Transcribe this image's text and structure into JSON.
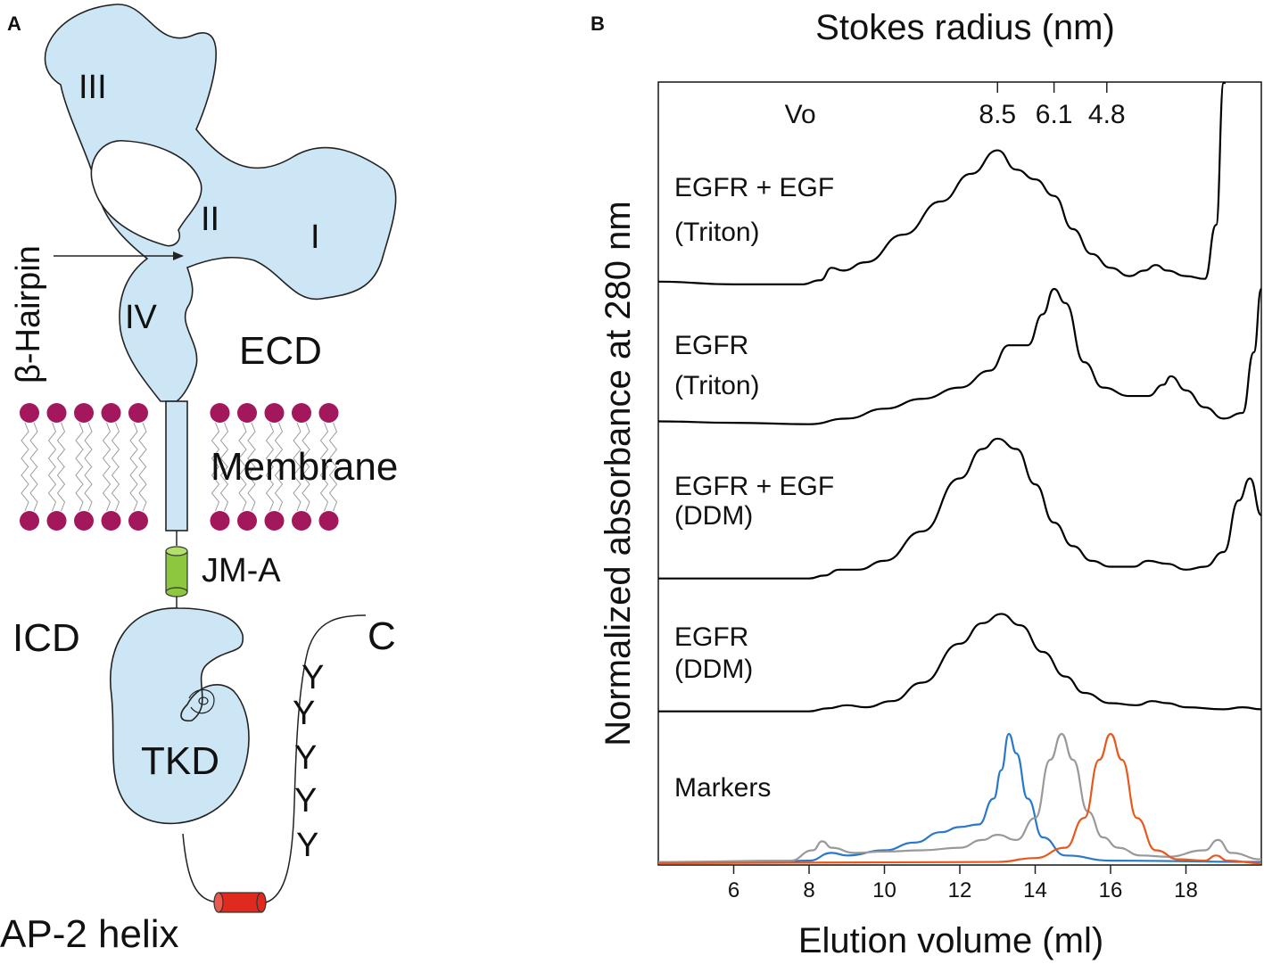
{
  "panel_a": {
    "letter": "A",
    "domains": {
      "d1": "I",
      "d2": "II",
      "d3": "III",
      "d4": "IV"
    },
    "hairpin": "β-Hairpin",
    "ecd": "ECD",
    "membrane": "Membrane",
    "jm": "JM-A",
    "icd": "ICD",
    "tkd": "TKD",
    "c_term": "C",
    "tyrosines": [
      "Y",
      "Y",
      "Y",
      "Y",
      "Y"
    ],
    "ap2": "AP-2 helix",
    "colors": {
      "domain_fill": "#cde6f5",
      "lipid_head": "#a3175c",
      "jm_helix": "#8dc63f",
      "ap2_helix": "#e02a1e"
    }
  },
  "panel_b": {
    "letter": "B",
    "top_title": "Stokes radius (nm)",
    "vo_label": "Vo",
    "stokes_markers": [
      {
        "label": "8.5",
        "x": 13.0
      },
      {
        "label": "6.1",
        "x": 14.5
      },
      {
        "label": "4.8",
        "x": 15.9
      }
    ],
    "trace_labels": [
      {
        "line1": "EGFR + EGF",
        "line2": "(Triton)"
      },
      {
        "line1": "EGFR",
        "line2": "(Triton)"
      },
      {
        "line1": "EGFR + EGF",
        "line2": "(DDM)"
      },
      {
        "line1": "EGFR",
        "line2": "(DDM)"
      },
      {
        "line1": "Markers",
        "line2": ""
      }
    ]
  },
  "chart_data": {
    "type": "line",
    "xlabel": "Elution volume (ml)",
    "ylabel": "Normalized absorbance at 280 nm",
    "xlim": [
      4,
      20
    ],
    "xticks": [
      6,
      8,
      10,
      12,
      14,
      16,
      18
    ],
    "grid": false,
    "series": [
      {
        "color": "#000000",
        "baseline": 0.0,
        "points": [
          [
            4,
            0.04
          ],
          [
            6,
            0.02
          ],
          [
            7.8,
            0.02
          ],
          [
            8.3,
            0.05
          ],
          [
            8.6,
            0.14
          ],
          [
            8.9,
            0.12
          ],
          [
            9.5,
            0.18
          ],
          [
            10.5,
            0.38
          ],
          [
            11.5,
            0.62
          ],
          [
            12.3,
            0.82
          ],
          [
            13,
            0.99
          ],
          [
            13.5,
            0.85
          ],
          [
            14,
            0.78
          ],
          [
            14.5,
            0.66
          ],
          [
            15,
            0.42
          ],
          [
            15.5,
            0.24
          ],
          [
            16,
            0.14
          ],
          [
            16.5,
            0.08
          ],
          [
            16.9,
            0.12
          ],
          [
            17.2,
            0.16
          ],
          [
            17.5,
            0.12
          ],
          [
            18,
            0.08
          ],
          [
            18.5,
            0.06
          ],
          [
            18.8,
            0.45
          ],
          [
            19.0,
            1.6
          ],
          [
            19.05,
            2.6
          ]
        ]
      },
      {
        "color": "#000000",
        "baseline": 0.0,
        "points": [
          [
            4,
            0.06
          ],
          [
            6,
            0.05
          ],
          [
            8,
            0.04
          ],
          [
            9,
            0.08
          ],
          [
            10,
            0.15
          ],
          [
            11,
            0.22
          ],
          [
            12,
            0.3
          ],
          [
            12.8,
            0.42
          ],
          [
            13.3,
            0.6
          ],
          [
            13.8,
            0.6
          ],
          [
            14.2,
            0.82
          ],
          [
            14.5,
            1.0
          ],
          [
            14.8,
            0.9
          ],
          [
            15.3,
            0.48
          ],
          [
            15.8,
            0.3
          ],
          [
            16.5,
            0.24
          ],
          [
            17,
            0.24
          ],
          [
            17.4,
            0.32
          ],
          [
            17.6,
            0.38
          ],
          [
            18,
            0.28
          ],
          [
            18.5,
            0.16
          ],
          [
            19,
            0.08
          ],
          [
            19.5,
            0.12
          ],
          [
            19.8,
            0.55
          ],
          [
            20,
            1.0
          ]
        ]
      },
      {
        "color": "#000000",
        "baseline": 0.0,
        "points": [
          [
            4,
            0.02
          ],
          [
            8,
            0.02
          ],
          [
            8.4,
            0.04
          ],
          [
            8.8,
            0.08
          ],
          [
            9.3,
            0.08
          ],
          [
            10,
            0.14
          ],
          [
            11,
            0.34
          ],
          [
            12,
            0.7
          ],
          [
            12.6,
            0.9
          ],
          [
            13,
            0.97
          ],
          [
            13.5,
            0.9
          ],
          [
            14,
            0.66
          ],
          [
            14.5,
            0.4
          ],
          [
            15,
            0.24
          ],
          [
            15.5,
            0.14
          ],
          [
            16,
            0.1
          ],
          [
            16.6,
            0.1
          ],
          [
            17,
            0.14
          ],
          [
            17.5,
            0.12
          ],
          [
            18,
            0.08
          ],
          [
            18.5,
            0.1
          ],
          [
            19,
            0.2
          ],
          [
            19.4,
            0.55
          ],
          [
            19.7,
            0.7
          ],
          [
            20,
            0.45
          ]
        ]
      },
      {
        "color": "#000000",
        "baseline": 0.0,
        "points": [
          [
            4,
            0.02
          ],
          [
            8,
            0.02
          ],
          [
            8.5,
            0.05
          ],
          [
            9,
            0.08
          ],
          [
            9.5,
            0.06
          ],
          [
            10.2,
            0.12
          ],
          [
            11,
            0.3
          ],
          [
            12,
            0.68
          ],
          [
            12.6,
            0.88
          ],
          [
            13.1,
            0.97
          ],
          [
            13.6,
            0.86
          ],
          [
            14.2,
            0.6
          ],
          [
            14.8,
            0.36
          ],
          [
            15.3,
            0.2
          ],
          [
            16,
            0.1
          ],
          [
            16.7,
            0.08
          ],
          [
            17.1,
            0.12
          ],
          [
            17.5,
            0.1
          ],
          [
            18,
            0.06
          ],
          [
            19,
            0.04
          ],
          [
            19.5,
            0.06
          ],
          [
            20,
            0.04
          ]
        ]
      },
      {
        "color": "#2a78c8",
        "baseline": 0.0,
        "points": [
          [
            4,
            0.01
          ],
          [
            7,
            0.01
          ],
          [
            8,
            0.02
          ],
          [
            8.6,
            0.08
          ],
          [
            9,
            0.06
          ],
          [
            10,
            0.1
          ],
          [
            10.8,
            0.16
          ],
          [
            11.5,
            0.24
          ],
          [
            12,
            0.28
          ],
          [
            12.5,
            0.3
          ],
          [
            12.9,
            0.5
          ],
          [
            13.1,
            0.72
          ],
          [
            13.3,
            1.0
          ],
          [
            13.5,
            0.85
          ],
          [
            13.8,
            0.5
          ],
          [
            14.2,
            0.2
          ],
          [
            14.8,
            0.06
          ],
          [
            16,
            0.02
          ],
          [
            20,
            0.01
          ]
        ]
      },
      {
        "color": "#999999",
        "baseline": 0.0,
        "points": [
          [
            4,
            0.01
          ],
          [
            7.5,
            0.02
          ],
          [
            8.1,
            0.1
          ],
          [
            8.35,
            0.17
          ],
          [
            8.6,
            0.12
          ],
          [
            9.2,
            0.08
          ],
          [
            10,
            0.09
          ],
          [
            11,
            0.1
          ],
          [
            12,
            0.12
          ],
          [
            12.6,
            0.18
          ],
          [
            13,
            0.22
          ],
          [
            13.5,
            0.18
          ],
          [
            14,
            0.35
          ],
          [
            14.4,
            0.8
          ],
          [
            14.7,
            1.0
          ],
          [
            15,
            0.8
          ],
          [
            15.4,
            0.4
          ],
          [
            15.8,
            0.2
          ],
          [
            16.2,
            0.12
          ],
          [
            16.8,
            0.06
          ],
          [
            17.5,
            0.05
          ],
          [
            18.5,
            0.1
          ],
          [
            18.85,
            0.18
          ],
          [
            19.2,
            0.08
          ],
          [
            20,
            0.03
          ]
        ]
      },
      {
        "color": "#e8571b",
        "baseline": 0.0,
        "points": [
          [
            4,
            0.0
          ],
          [
            13,
            0.01
          ],
          [
            14,
            0.04
          ],
          [
            14.8,
            0.12
          ],
          [
            15.3,
            0.35
          ],
          [
            15.7,
            0.8
          ],
          [
            16.0,
            1.0
          ],
          [
            16.3,
            0.8
          ],
          [
            16.7,
            0.35
          ],
          [
            17.2,
            0.1
          ],
          [
            17.8,
            0.03
          ],
          [
            18.5,
            0.02
          ],
          [
            18.8,
            0.06
          ],
          [
            19.1,
            0.02
          ],
          [
            20,
            0.0
          ]
        ]
      }
    ]
  }
}
